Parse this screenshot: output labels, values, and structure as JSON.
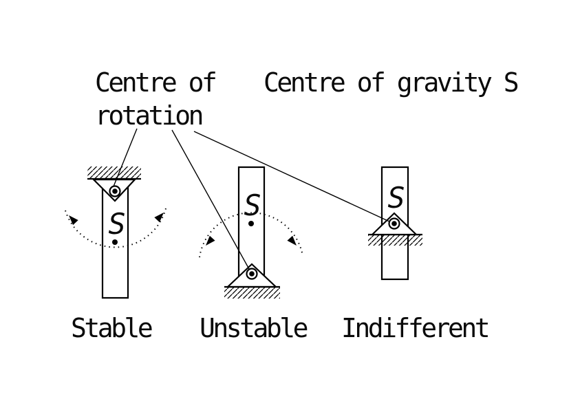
{
  "annotations": {
    "rotation_line1": "Centre of",
    "rotation_line2": "rotation",
    "gravity": "Centre of gravity S"
  },
  "figures": [
    {
      "id": "stable",
      "label": "Stable",
      "symbol": "S"
    },
    {
      "id": "unstable",
      "label": "Unstable",
      "symbol": "S"
    },
    {
      "id": "indifferent",
      "label": "Indifferent",
      "symbol": "S"
    }
  ],
  "colors": {
    "ink": "#000000",
    "background": "#ffffff"
  }
}
